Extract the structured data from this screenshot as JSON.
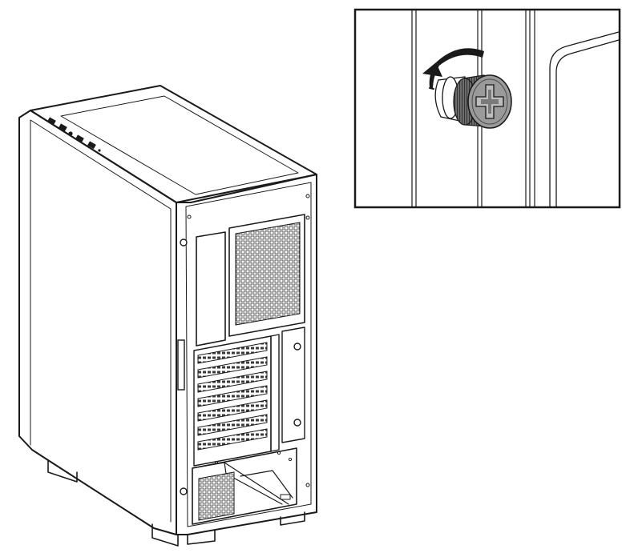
{
  "diagram": {
    "subject": "pc-tower-case-rear-view",
    "callout": "side-panel-thumbscrew-detail",
    "action": "rotate-counterclockwise",
    "colors": {
      "line": "#1a1a1a",
      "panel_fill": "#ffffff",
      "screw_knurl": "#6e6e6e",
      "screw_head": "#9a9a9a",
      "mesh": "#3a3a3a"
    },
    "icons": [
      "rotation-arrow-icon",
      "thumbscrew-icon"
    ]
  }
}
